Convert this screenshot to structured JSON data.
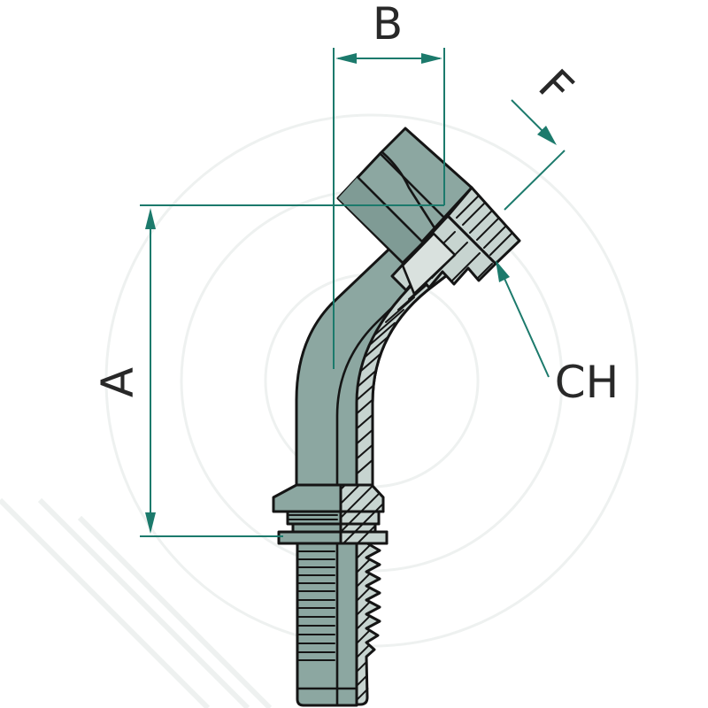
{
  "drawing": {
    "kind": "technical-drawing of a 45-degree elbow hose fitting, half-section view",
    "labels": {
      "a": "A",
      "b": "B",
      "f": "F",
      "ch": "CH"
    },
    "colors": {
      "dimension": "#1c7a6c",
      "outline": "#151515",
      "body": "#8ca7a1",
      "body_dark": "#7f9b95",
      "section_light": "#c7d4d0",
      "section_lighter": "#d9e1de",
      "label_text": "#282828",
      "watermark": "#eef1f0"
    }
  }
}
